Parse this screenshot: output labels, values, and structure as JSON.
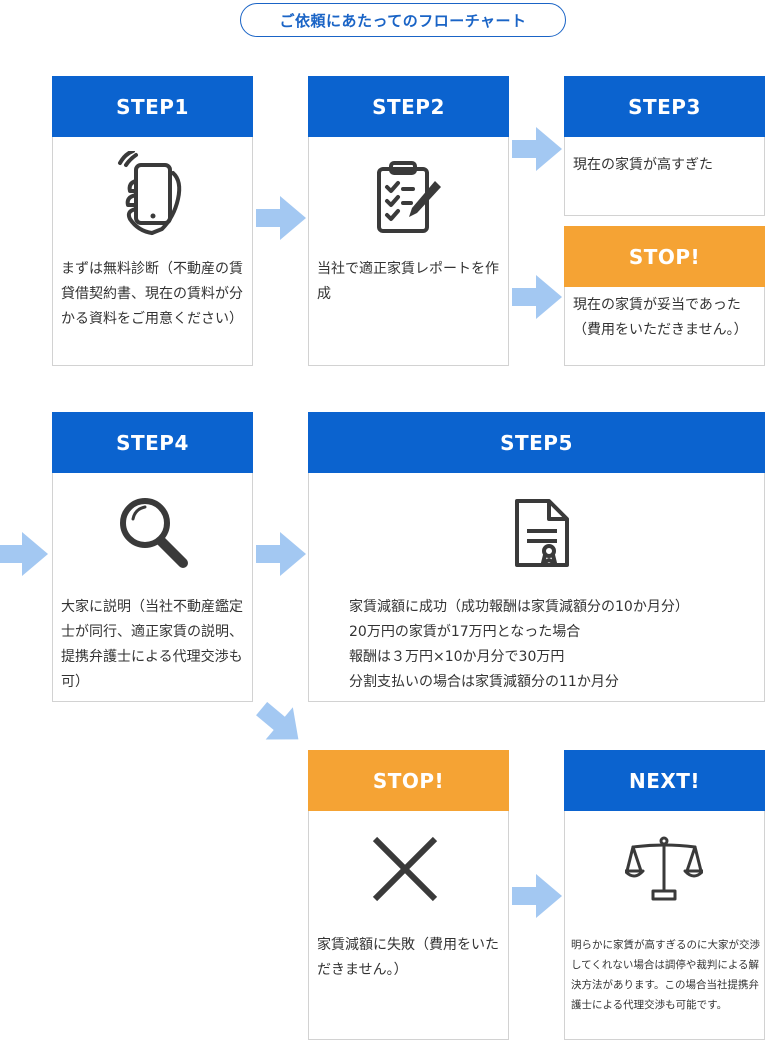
{
  "title": "ご依頼にあたってのフローチャート",
  "step1": {
    "label": "STEP1",
    "icon": "smartphone-in-hand-icon",
    "text": "まずは無料診断（不動産の賃貸借契約書、現在の賃料が分かる資料をご用意ください）"
  },
  "step2": {
    "label": "STEP2",
    "icon": "clipboard-checklist-icon",
    "text": "当社で適正家賃レポートを作成"
  },
  "step3": {
    "label": "STEP3",
    "text": "現在の家賃が高すぎた"
  },
  "stop1": {
    "label": "STOP!",
    "text": "現在の家賃が妥当であった（費用をいただきません。）"
  },
  "step4": {
    "label": "STEP4",
    "icon": "magnifier-icon",
    "text": "大家に説明（当社不動産鑑定士が同行、適正家賃の説明、提携弁護士による代理交渉も可）"
  },
  "step5": {
    "label": "STEP5",
    "icon": "certificate-document-icon",
    "lines": [
      "家賃減額に成功（成功報酬は家賃減額分の10か月分）",
      "20万円の家賃が17万円となった場合",
      "報酬は３万円×10か月分で30万円",
      "分割支払いの場合は家賃減額分の11か月分"
    ]
  },
  "stop2": {
    "label": "STOP!",
    "icon": "x-mark-icon",
    "text": "家賃減額に失敗（費用をいただきません。）"
  },
  "next": {
    "label": "NEXT!",
    "icon": "scales-icon",
    "text": "明らかに家賃が高すぎるのに大家が交渉してくれない場合は調停や裁判による解決方法があります。この場合当社提携弁護士による代理交渉も可能です。"
  },
  "colors": {
    "blue": "#0b63cf",
    "orange": "#f5a334",
    "arrow": "#a3c8f2",
    "icon": "#3a3a3a"
  }
}
